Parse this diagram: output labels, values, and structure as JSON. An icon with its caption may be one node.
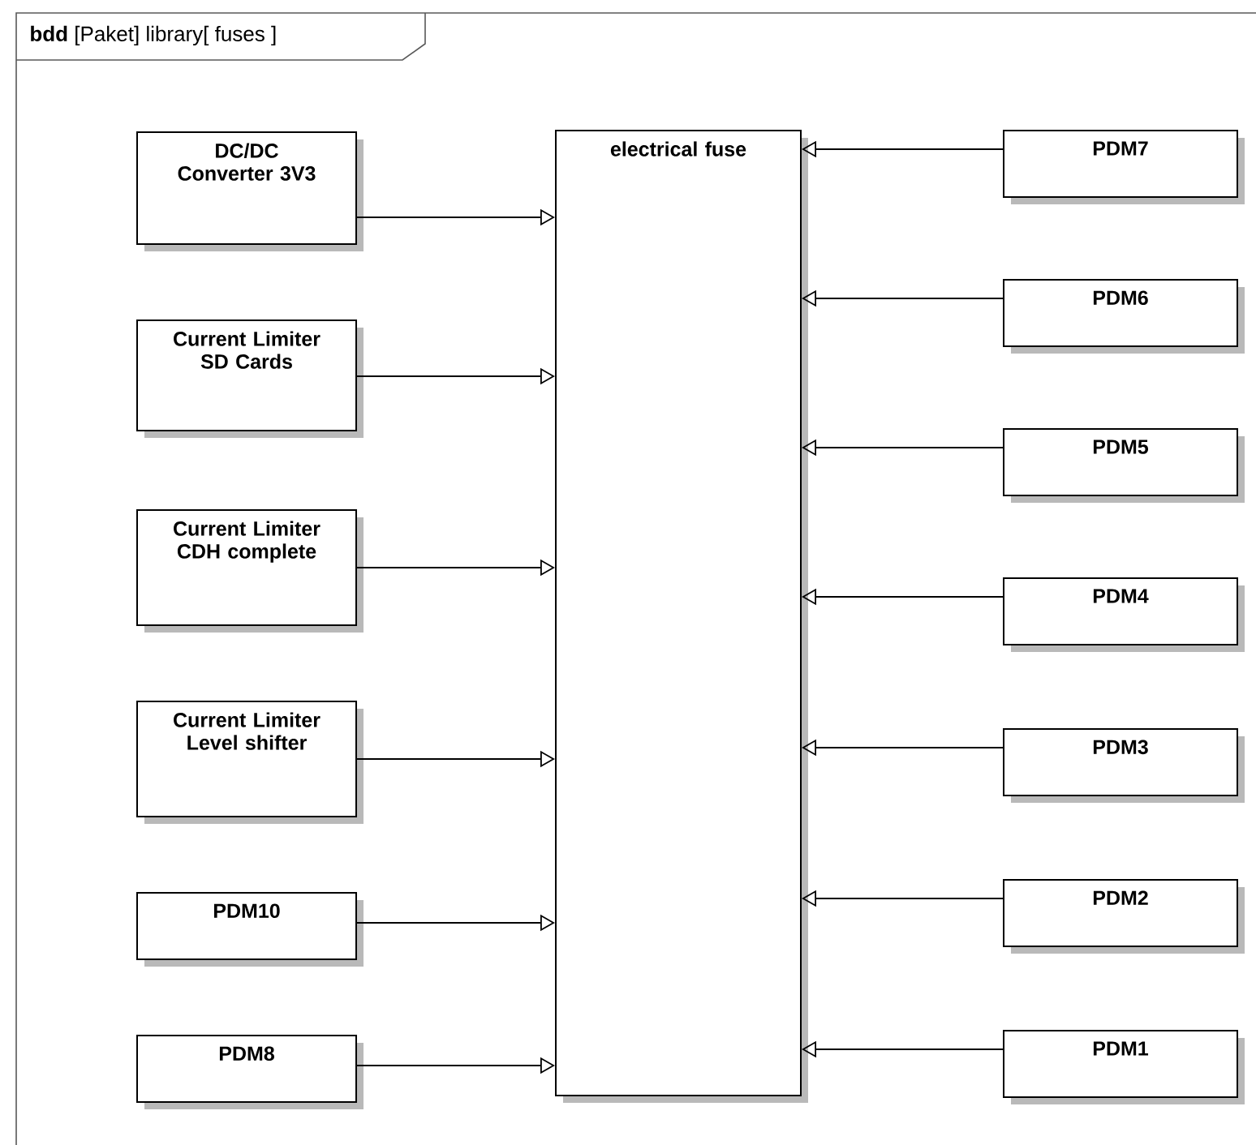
{
  "diagram": {
    "title": "**bdd** [Paket] library[ fuses ]",
    "nodes": [
      {
        "text": [
          "DC/DC Converter 3V3"
        ]
      },
      {
        "text": [
          "Current Limiter SD Cards"
        ]
      },
      {
        "text": [
          "Current Limiter CDH complete"
        ]
      },
      {
        "text": [
          "Current Limiter Level shifter"
        ]
      },
      {
        "text": [
          "PDM10"
        ]
      },
      {
        "text": [
          "PDM8"
        ]
      },
      {
        "text": [
          "electrical fuse"
        ]
      },
      {
        "text": [
          "PDM7"
        ]
      },
      {
        "text": [
          "PDM6"
        ]
      },
      {
        "text": [
          "PDM5"
        ]
      },
      {
        "text": [
          "PDM4"
        ]
      },
      {
        "text": [
          "PDM3"
        ]
      },
      {
        "text": [
          "PDM2"
        ]
      },
      {
        "text": [
          "PDM1"
        ]
      }
    ],
    "edges": [
      {
        "from": 0,
        "to": 6,
        "arrow": "to"
      },
      {
        "from": 1,
        "to": 6,
        "arrow": "to"
      },
      {
        "from": 2,
        "to": 6,
        "arrow": "to"
      },
      {
        "from": 3,
        "to": 6,
        "arrow": "to"
      },
      {
        "from": 4,
        "to": 6,
        "arrow": "to"
      },
      {
        "from": 5,
        "to": 6,
        "arrow": "to"
      },
      {
        "from": 7,
        "to": 6,
        "arrow": "to"
      },
      {
        "from": 8,
        "to": 6,
        "arrow": "to"
      },
      {
        "from": 9,
        "to": 6,
        "arrow": "to"
      },
      {
        "from": 10,
        "to": 6,
        "arrow": "to"
      },
      {
        "from": 11,
        "to": 6,
        "arrow": "to"
      },
      {
        "from": 12,
        "to": 6,
        "arrow": "to"
      },
      {
        "from": 13,
        "to": 6,
        "arrow": "to"
      }
    ]
  }
}
